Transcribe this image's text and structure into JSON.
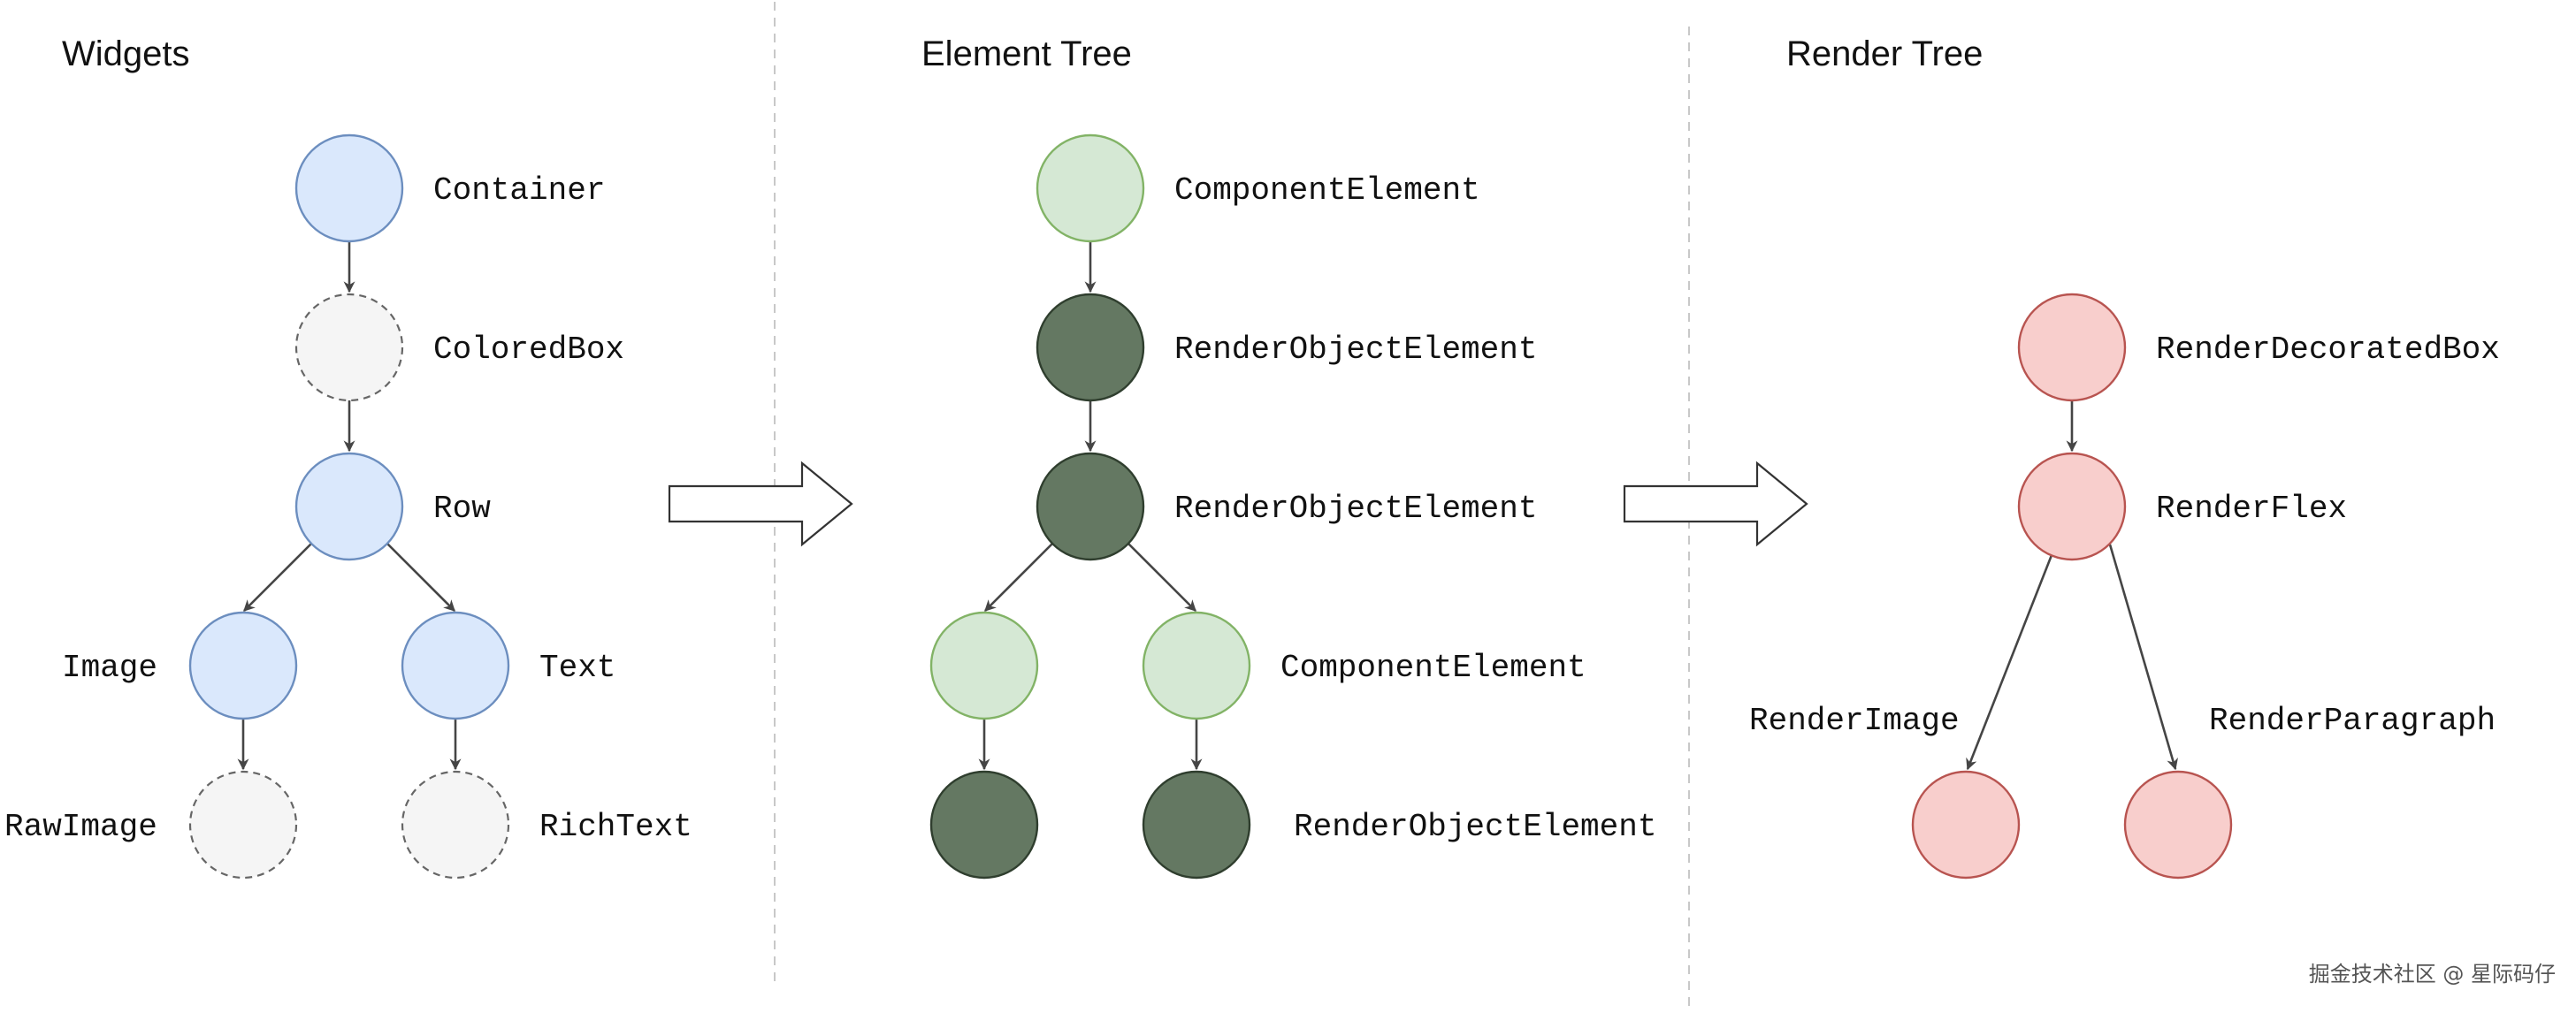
{
  "panels": {
    "widgets": {
      "title": "Widgets",
      "nodes": [
        "Container",
        "ColoredBox",
        "Row",
        "Image",
        "Text",
        "RawImage",
        "RichText"
      ]
    },
    "element_tree": {
      "title": "Element Tree",
      "nodes": [
        "ComponentElement",
        "RenderObjectElement",
        "RenderObjectElement",
        "ComponentElement",
        "RenderObjectElement"
      ]
    },
    "render_tree": {
      "title": "Render Tree",
      "nodes": [
        "RenderDecoratedBox",
        "RenderFlex",
        "RenderImage",
        "RenderParagraph"
      ]
    }
  },
  "watermark": "掘金技术社区 @ 星际码仔",
  "colors": {
    "widget_fill": "#dae8fc",
    "widget_stroke": "#6c8ebf",
    "implicit_fill": "#f5f5f5",
    "component_fill": "#d5e8d4",
    "render_object_element_fill": "#647862",
    "render_fill": "#f8cecc",
    "render_stroke": "#b85450"
  }
}
